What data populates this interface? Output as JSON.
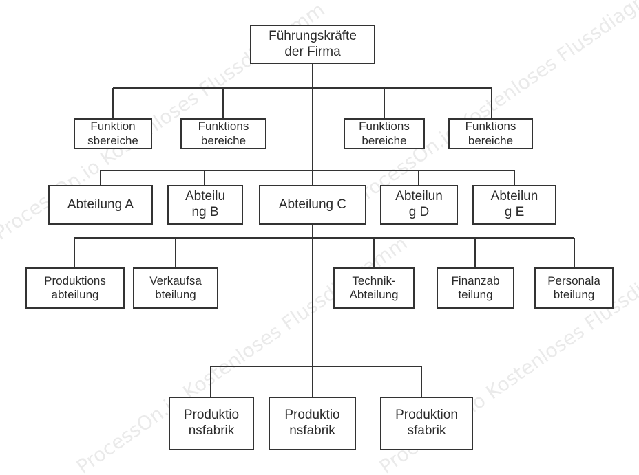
{
  "diagram": {
    "watermark": "ProcessOn.io Kostenloses Flussdiagramm",
    "colors": {
      "line": "#333333",
      "box_border": "#333333",
      "text": "#2b2b2b",
      "watermark": "#d9d9d9"
    },
    "root": {
      "label": "Führungskräfte\nder Firma"
    },
    "functions": [
      {
        "label": "Funktion\nsbereiche"
      },
      {
        "label": "Funktions\nbereiche"
      },
      {
        "label": "Funktions\nbereiche"
      },
      {
        "label": "Funktions\nbereiche"
      }
    ],
    "departments": [
      {
        "label": "Abteilung A"
      },
      {
        "label": "Abteilu\nng B"
      },
      {
        "label": "Abteilung C"
      },
      {
        "label": "Abteilun\ng D"
      },
      {
        "label": "Abteilun\ng E"
      }
    ],
    "sub_departments": [
      {
        "label": "Produktions\nabteilung"
      },
      {
        "label": "Verkaufsa\nbteilung"
      },
      {
        "label": "Technik-\nAbteilung"
      },
      {
        "label": "Finanzab\nteilung"
      },
      {
        "label": "Personala\nbteilung"
      }
    ],
    "factories": [
      {
        "label": "Produktio\nnsfabrik"
      },
      {
        "label": "Produktio\nnsfabrik"
      },
      {
        "label": "Produktion\nsfabrik"
      }
    ]
  }
}
